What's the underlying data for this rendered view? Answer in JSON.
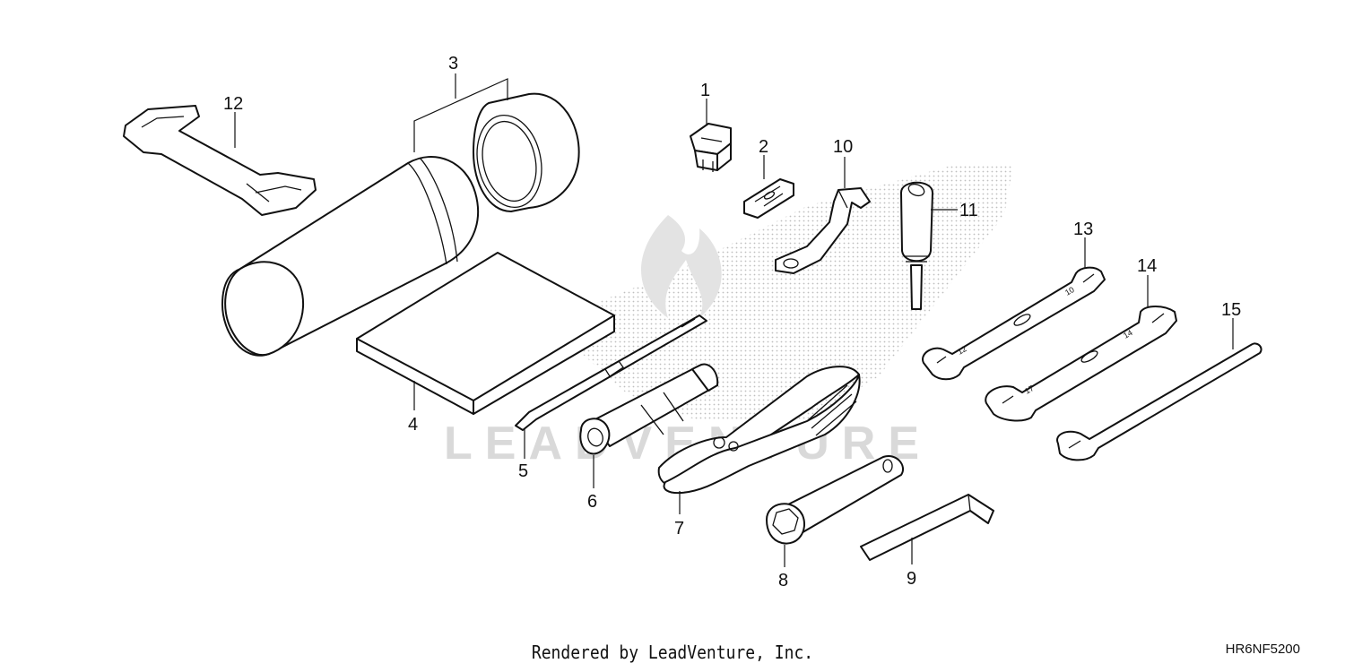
{
  "watermark": {
    "brand": "LEADVENTURE"
  },
  "callouts": {
    "c1": "1",
    "c2": "2",
    "c3": "3",
    "c4": "4",
    "c5": "5",
    "c6": "6",
    "c7": "7",
    "c8": "8",
    "c9": "9",
    "c10": "10",
    "c11": "11",
    "c12": "12",
    "c13": "13",
    "c14": "14",
    "c15": "15"
  },
  "wrench_markings": {
    "w13_a": "10",
    "w13_b": "12",
    "w14_a": "14",
    "w14_b": "17"
  },
  "footer": {
    "credit": "Rendered by LeadVenture, Inc.",
    "code": "HR6NF5200"
  }
}
